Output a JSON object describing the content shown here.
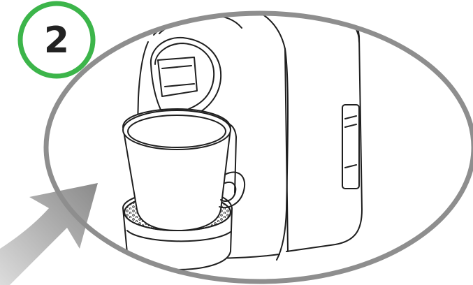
{
  "step": {
    "number": "2"
  },
  "colors": {
    "badge_ring": "#3cb54a",
    "badge_text": "#222222",
    "ellipse_outline": "#8e8e8e",
    "arrow_dark": "#8f8f8f",
    "arrow_light": "#d4d4d4",
    "line_art": "#1f1f1f"
  },
  "illustration": {
    "subject": "coffee-capsule-machine-with-cup",
    "icons": [
      "step-number-badge",
      "curved-arrow-icon",
      "coffee-machine-icon",
      "coffee-cup-icon",
      "drip-tray-icon",
      "capsule-holder-icon"
    ]
  }
}
